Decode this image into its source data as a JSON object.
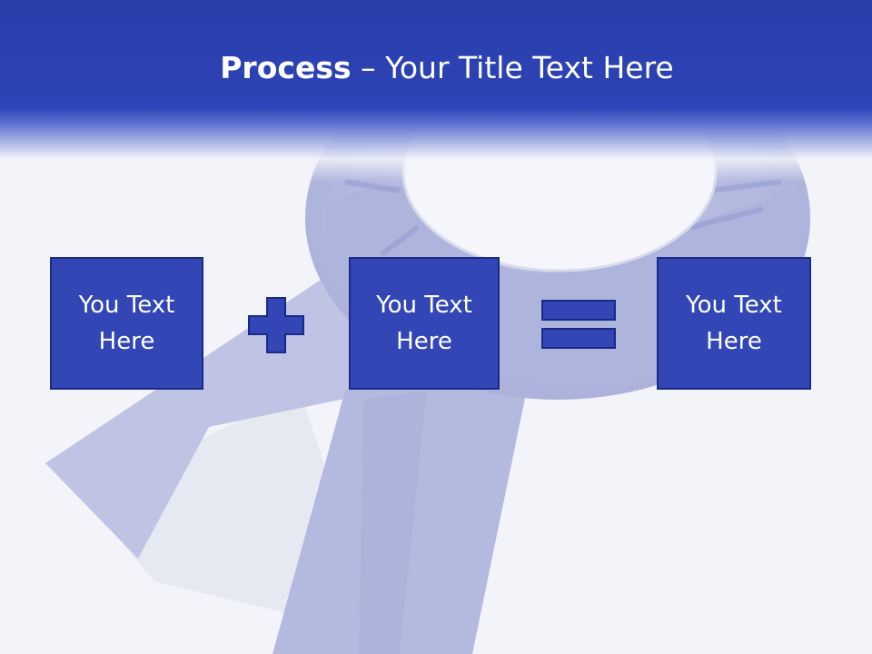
{
  "slide": {
    "title_bold": "Process",
    "title_rest": " – Your Title Text Here",
    "boxes": [
      {
        "text": "You Text Here"
      },
      {
        "text": "You Text Here"
      },
      {
        "text": "You Text Here"
      }
    ],
    "operators": [
      "plus-icon",
      "equals-icon"
    ]
  },
  "colors": {
    "header": "#2d44b6",
    "box_fill": "#3246b5",
    "box_border": "#1b2a87",
    "background": "#f3f4fa",
    "ribbon": "#b9bfe0"
  }
}
